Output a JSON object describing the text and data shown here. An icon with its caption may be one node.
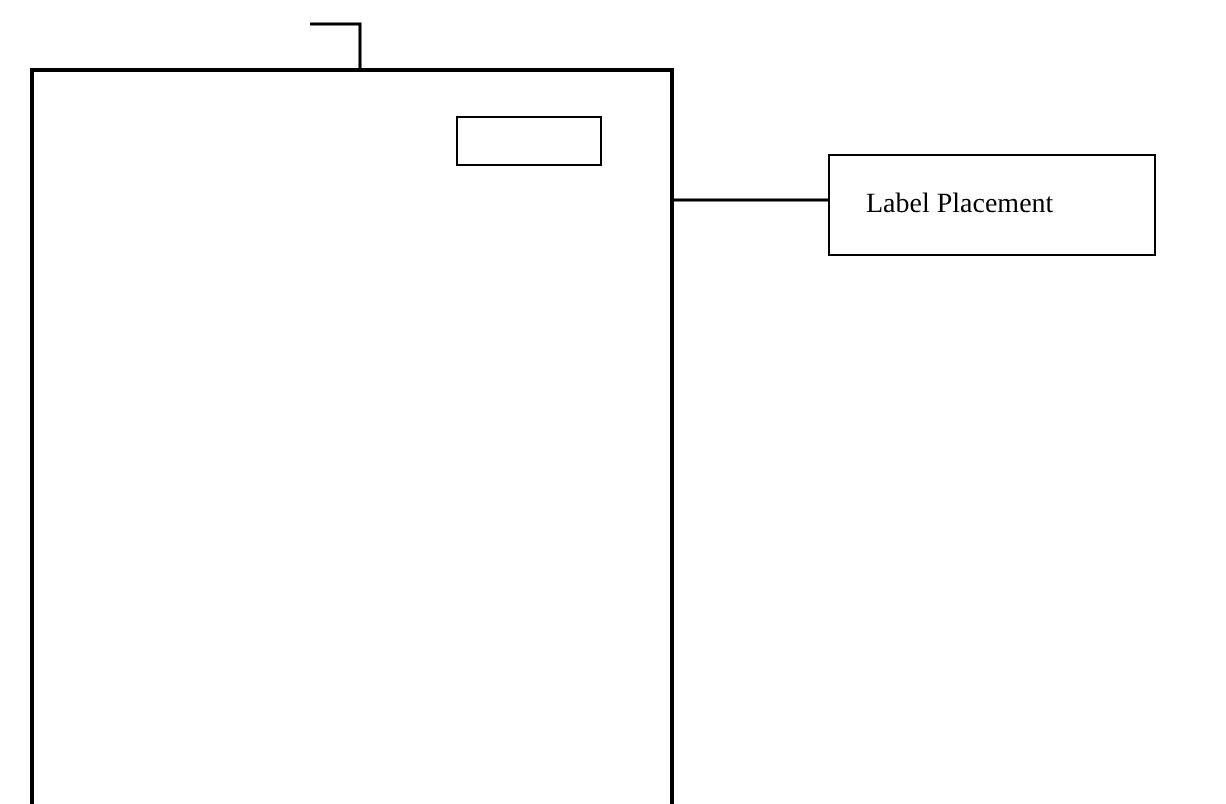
{
  "diagram": {
    "nodes": [
      {
        "text": [],
        "shape": "box"
      },
      {
        "text": [],
        "shape": "box",
        "in": 0
      },
      {
        "text": [
          "Label Placement"
        ]
      }
    ],
    "edges": [
      {
        "from": 2,
        "to": 0,
        "arrow": "none"
      }
    ]
  }
}
